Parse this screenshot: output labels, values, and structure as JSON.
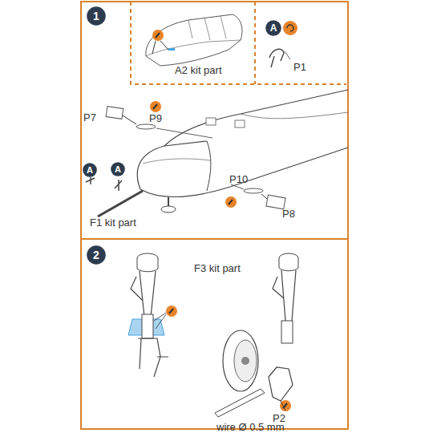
{
  "diagram": {
    "nodes": [
      {
        "text": [
          "1"
        ]
      },
      {
        "text": [
          "A"
        ]
      },
      {
        "text": [
          "A"
        ]
      },
      {
        "text": [
          "A"
        ]
      },
      {
        "text": [
          "2"
        ]
      }
    ],
    "labels": [
      "A2 kit part",
      "P1",
      "P7",
      "P9",
      "F1 kit part",
      "P10",
      "P8",
      "F3 kit part",
      "P2",
      "wire Ø 0.5 mm"
    ]
  }
}
